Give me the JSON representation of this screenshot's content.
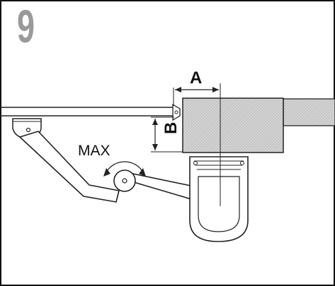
{
  "figure": {
    "step_number": "9",
    "labels": {
      "a": "A",
      "b": "B",
      "max": "MAX"
    }
  }
}
